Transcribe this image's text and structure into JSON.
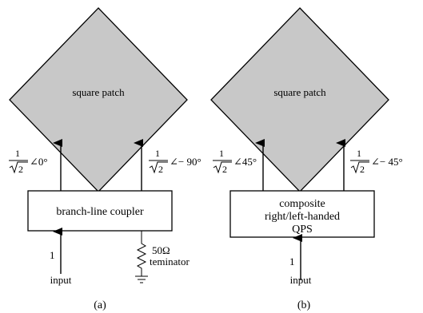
{
  "panel_a": {
    "patch_label": "square patch",
    "block_label": "branch-line coupler",
    "left_output": {
      "numerator": "1",
      "radical": "2",
      "angle": "∠0°"
    },
    "right_output": {
      "numerator": "1",
      "radical": "2",
      "angle": "∠− 90°"
    },
    "input_value": "1",
    "input_label": "input",
    "terminator_value": "50Ω",
    "terminator_label": "teminator",
    "caption": "(a)"
  },
  "panel_b": {
    "patch_label": "square patch",
    "block_lines": [
      "composite",
      "right/left-handed",
      "QPS"
    ],
    "left_output": {
      "numerator": "1",
      "radical": "2",
      "angle": "∠45°"
    },
    "right_output": {
      "numerator": "1",
      "radical": "2",
      "angle": "∠− 45°"
    },
    "input_value": "1",
    "input_label": "input",
    "caption": "(b)"
  }
}
